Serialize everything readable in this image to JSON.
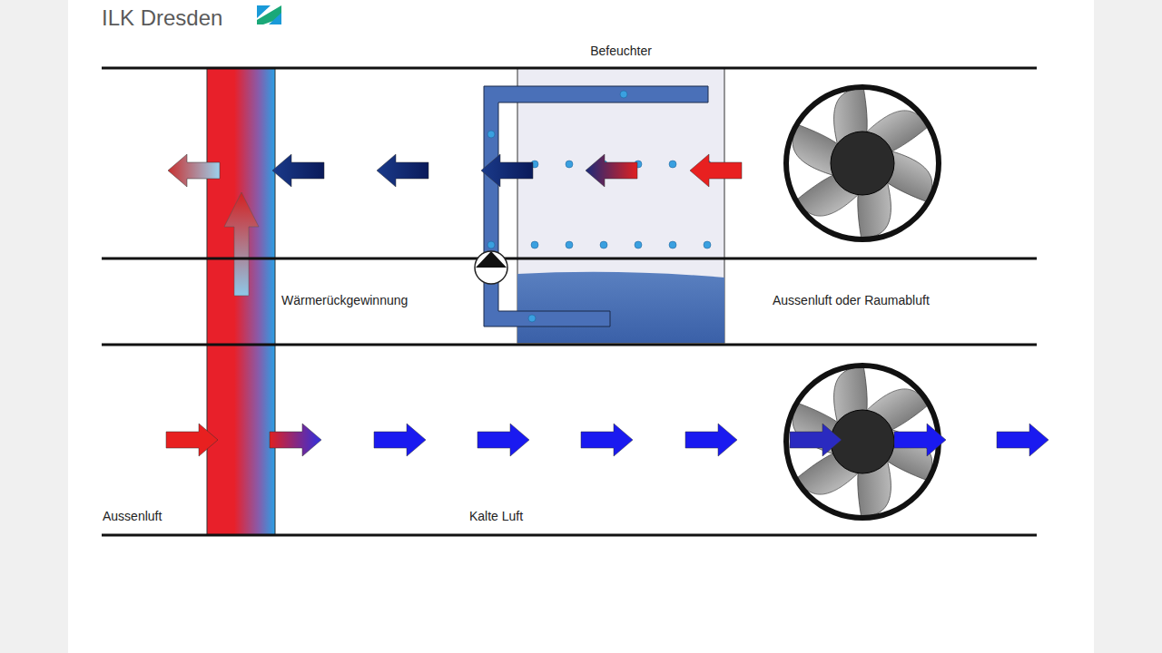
{
  "diagram": {
    "nodes": [
      {
        "text": [
          "Befeuchter"
        ]
      }
    ],
    "labels": [
      "ILK Dresden",
      "Wärmerückgewinnung",
      "Aussenluft oder Raumabluft",
      "Aussenluft",
      "Kalte Luft"
    ]
  }
}
